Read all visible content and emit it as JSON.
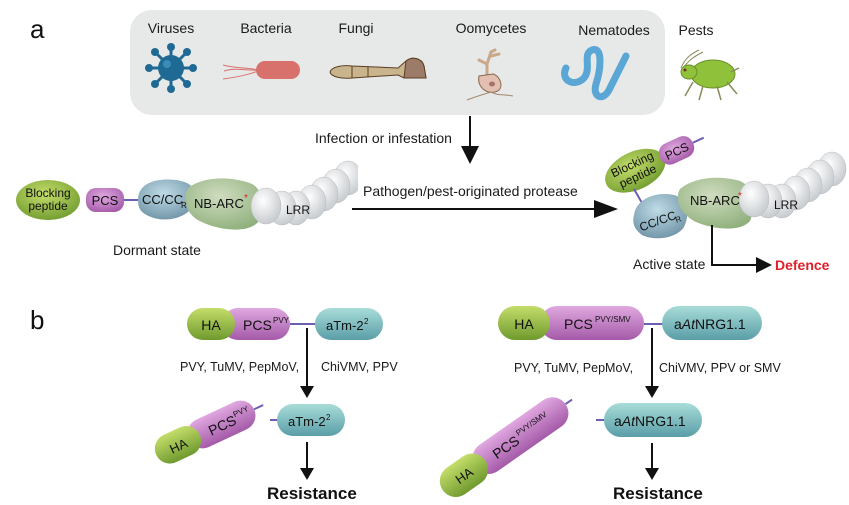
{
  "panels": {
    "a": {
      "label": "a",
      "organisms": [
        {
          "name": "Viruses",
          "icon": "virus-icon"
        },
        {
          "name": "Bacteria",
          "icon": "bacterium-icon"
        },
        {
          "name": "Fungi",
          "icon": "fungus-icon"
        },
        {
          "name": "Oomycetes",
          "icon": "oomycete-icon"
        },
        {
          "name": "Nematodes",
          "icon": "nematode-icon"
        },
        {
          "name": "Pests",
          "icon": "aphid-icon"
        }
      ],
      "infection_label": "Infection or infestation",
      "protease_label": "Pathogen/pest-originated protease",
      "dormant": {
        "state_label": "Dormant state",
        "blocking_line1": "Blocking",
        "blocking_line2": "peptide",
        "pcs": "PCS",
        "cc": "CC/CC",
        "cc_sub": "R",
        "nbarc": "NB-ARC",
        "lrr": "LRR"
      },
      "active": {
        "state_label": "Active state",
        "blocking_line1": "Blocking",
        "blocking_line2": "peptide",
        "pcs": "PCS",
        "cc": "CC/CC",
        "cc_sub": "R",
        "nbarc": "NB-ARC",
        "lrr": "LRR",
        "outcome": "Defence"
      },
      "mutation_marker": "*"
    },
    "b": {
      "label": "b",
      "left": {
        "tag": "HA",
        "pcs": "PCS",
        "pcs_sup": "PVY",
        "receptor": "aTm-2",
        "receptor_sup": "2",
        "viruses_left": "PVY, TuMV, PepMoV,",
        "viruses_right": "ChiVMV, PPV",
        "outcome": "Resistance"
      },
      "right": {
        "tag": "HA",
        "pcs": "PCS",
        "pcs_sup": "PVY/SMV",
        "receptor_prefix": "a",
        "receptor_italic": "At",
        "receptor_suffix": "NRG1.1",
        "viruses_left": "PVY, TuMV, PepMoV,",
        "viruses_right": "ChiVMV, PPV or SMV",
        "outcome": "Resistance"
      }
    }
  },
  "colors": {
    "box_bg": "#e7e8e8",
    "blocking": "#9cc24a",
    "pcs": "#c77cc4",
    "cc": "#8fb3c4",
    "nbarc": "#a9c69a",
    "lrr": "#eceff2",
    "receptor": "#7fbcc0",
    "linker": "#6a5fb0",
    "defence": "#e0202a",
    "virus": "#1f6a94",
    "bacterium": "#d8706c",
    "nematode": "#5aa6d4",
    "aphid": "#8fc23a"
  }
}
